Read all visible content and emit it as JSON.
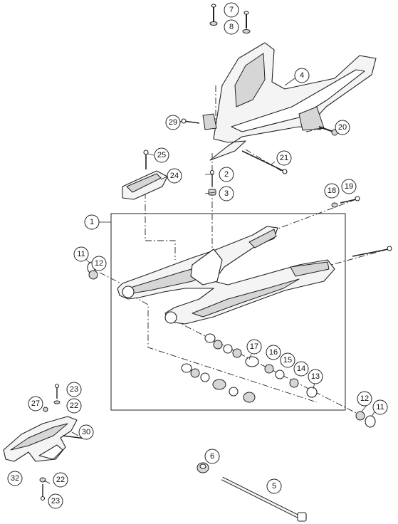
{
  "callouts": {
    "c1": "1",
    "c2": "2",
    "c3": "3",
    "c4": "4",
    "c5": "5",
    "c6": "6",
    "c7": "7",
    "c8": "8",
    "c11a": "11",
    "c11b": "11",
    "c12a": "12",
    "c12b": "12",
    "c13": "13",
    "c14": "14",
    "c15": "15",
    "c16": "16",
    "c17": "17",
    "c18": "18",
    "c19": "19",
    "c20": "20",
    "c21": "21",
    "c22a": "22",
    "c22b": "22",
    "c23a": "23",
    "c23b": "23",
    "c24": "24",
    "c25": "25",
    "c27": "27",
    "c29": "29",
    "c30": "30",
    "c32": "32"
  }
}
